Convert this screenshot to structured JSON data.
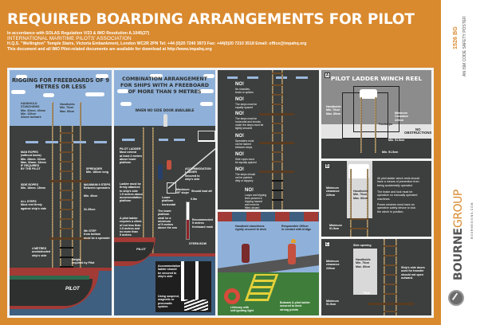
{
  "header": {
    "title": "REQUIRED BOARDING ARRANGEMENTS FOR PILOT",
    "line1": "In accordance with SOLAS Regulation V/23 & IMO Resolution A.1045(27)",
    "line2": "INTERNATIONAL MARITIME PILOTS' ASSOCIATION",
    "line3": "H.Q.S. \"Wellington\" Temple Stairs, Victoria Embankment, London WC2R 2PN Tel: +44 (0)20 7240 3973 Fax: +44(0)20 7210 3518 Email: office@impahq.org",
    "line4": "This document and all IMO Pilot-related documents are available for download at http://www.impahq.org"
  },
  "panel1": {
    "title": "RIGGING FOR FREEBOARDS OF 9 METRES OR LESS",
    "labels": {
      "stanchions": "HANDHOLD\nSTANCHIONS\nMin. 32mm. 40mm\nMin. 120cm\nAbove bulwark",
      "handholds": "Handholds\nMin. 70cm\nMax. 80cm",
      "man_ropes": "MAN ROPES\n(without knots)\nMin. 28mm. 32mm\nMax. 32mm. 32mm\nIF REQUIRED\nBY THE PILOT",
      "spreader": "SPREADER\nMin. 180cm long",
      "side_ropes": "SIDE ROPES\nMin. 18mm. 18mm",
      "max_steps": "MAXIMUM 9 STEPS\nBetween spreaders",
      "all_steps": "ALL STEPS\nMust rest firmly\nagainst ship's side",
      "step_width": "Min. 40cm",
      "step_spacing": "31-35cm",
      "fifth_step": "5th STEP\nfrom bottom\nmust be a spreader",
      "four_metres": "4 METRES\nunobstructed\nship's side",
      "height": "Height\nrequired by Pilot"
    },
    "boat_name": "PILOT"
  },
  "panel2": {
    "title": "COMBINATION ARRANGEMENT FOR SHIPS WITH A FREEBOARD OF MORE THAN 9 METRES",
    "subtitle": "WHEN NO SIDE DOOR AVAILABLE",
    "labels": {
      "pilot_ladder": "PILOT LADDER\nMust extend\nat least 2 metres\nabove lower\nplatform",
      "accommodation": "ACCOMMODATION\nLADDER\nSecured to\nship's side",
      "max_slope": "Maximum\n45° slope",
      "should_lead": "Should lead aft",
      "ladder_secured": "Ladder must be\nfirmly attached\nto ship's side\n1.5 metres above\naccommodation\nplatform",
      "lower_platform": "Lower\nplatform\nhorizontal",
      "lower_platform_height": "The lower\nplatform\nshall be a\nminimum\nof 5 metres\nabove the sea",
      "pilot_ladder_req": "A pilot ladder\nrequires a climb\nof not less than\n1.5 metres and\nno more than\n9 metres",
      "recommended": "Recommended\n5 metres\nfreeboard mark",
      "gauge": "0.5m",
      "stern_bow": "STERN BOW",
      "inset_1": "Accommodation\nladder should\nbe secured to\nship's side",
      "inset_2": "Using suspend,\nmagnetic or\npneumatic\nsystem"
    },
    "boat_name": "PILOT"
  },
  "panel3": {
    "items": [
      {
        "head": "NO!",
        "text": "No shackles,\nknots or splices"
      },
      {
        "head": "NO!",
        "text": "The steps must be\nequally spaced"
      },
      {
        "head": "NO!",
        "text": "The steps must be\nhorizontal and chocks\nunder the steps must be\ntightly secured"
      },
      {
        "head": "NO!",
        "text": "Spreaders must\nnot be lashed\nbetween steps"
      },
      {
        "head": "NO!",
        "text": "Side ropes must\nbe equally spaced"
      },
      {
        "head": "NO!",
        "text": "The steps should\nnot be painted,\ndirty or slippery"
      },
      {
        "head": "NO!",
        "text": "Loops and tripping\nlines present a\ntripping hazard\nand must be\nfitted aboard"
      }
    ]
  },
  "panel4": {
    "labels": {
      "handhold": "Handhold stanchions\nrigidly secured to deck",
      "officer": "Responsible Officer\nin contact with bridge",
      "lifebuoy": "Lifebuoy with\nself-igniting light",
      "bulwark": "Bulwark & pilot ladder\nsecured to deck\nstrong points"
    }
  },
  "panelA": {
    "badge": "A",
    "title": "PILOT LADDER WINCH REEL",
    "labels": {
      "handholds": "Handholds\nMin. 70cm\nMax. 80cm",
      "clearance": "Minimum\nClearance\n220cm",
      "no_obstructions": "NO\nOBSTRUCTIONS",
      "min_915_side": "Min. 91.5cm",
      "min_915": "Min. 91.5cm",
      "footsteps": "Footsteps"
    }
  },
  "panelB": {
    "badge": "B",
    "labels": {
      "clearance": "Minimum\nclearance\n220cm",
      "handholds": "Handholds\nMin. 70cm\nMax. 80cm",
      "min_915": "Minimum\n91.5cm",
      "note1": "All pilot ladder winch reels should\nhave a means of prevention from\nbeing accidentally operated.",
      "note2": "The brake and lock must be\noperative on manually operated\nmachines.",
      "note3": "Power winches must have an\noperative safety device to lock\nthe winch in position."
    }
  },
  "panelC": {
    "badge": "C",
    "labels": {
      "side_opening": "Side opening",
      "clearance": "Minimum\nclearance\n220cm",
      "handholds": "Handholds\nMin. 70cm\nMax. 80cm",
      "min_915": "Minimum\n91.5cm",
      "side_doors": "Ship's side doors\nused for transfer\nshould not open\noutward.",
      "dims": "75cm"
    }
  },
  "sidebar": {
    "code": "1526 BG",
    "tagline": "AN ISM CODE SAFETY POSTER",
    "brand_bold": "BOURNE",
    "brand_light": "GROUP",
    "url": "BOURNESIGNS.COM"
  },
  "colors": {
    "orange": "#d9892e",
    "panel_dark": "#3c3f3d",
    "sky": "#8fb1d9",
    "sea": "#3e5f7f",
    "hull_red": "#a23a35",
    "rope": "#8a7350",
    "rung": "#6b4a2a"
  }
}
